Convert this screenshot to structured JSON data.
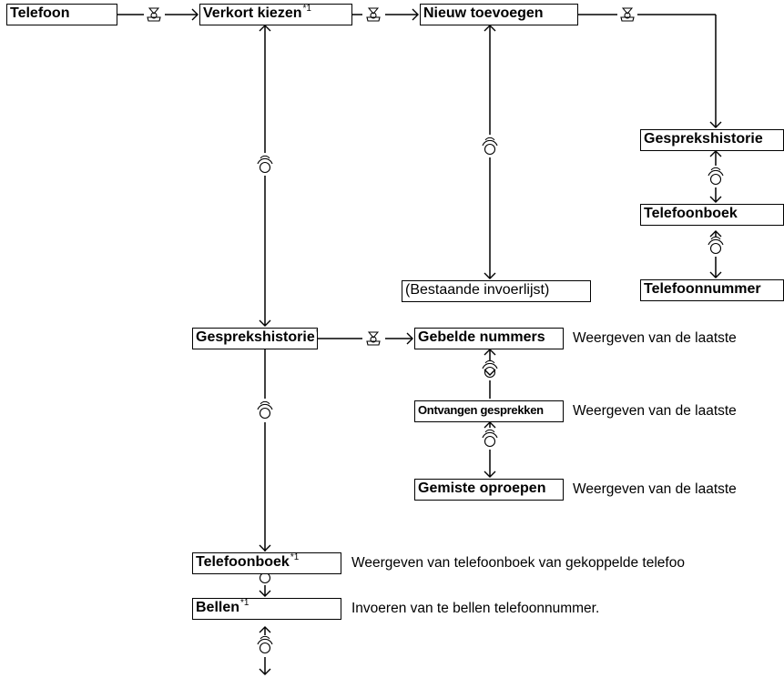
{
  "footnote_mark": "*1",
  "boxes": {
    "telefoon": "Telefoon",
    "verkort_kiezen": "Verkort kiezen",
    "nieuw_toevoegen": "Nieuw toevoegen",
    "gesprekshistorie_right": "Gesprekshistorie",
    "telefoonboek_right": "Telefoonboek",
    "telefoonnummer": "Telefoonnummer",
    "bestaande_invoerlijst": "(Bestaande invoerlijst)",
    "gesprekshistorie": "Gesprekshistorie",
    "gebelde_nummers": "Gebelde nummers",
    "ontvangen_gesprekken": "Ontvangen gesprekken",
    "gemiste_oproepen": "Gemiste oproepen",
    "telefoonboek": "Telefoonboek",
    "bellen": "Bellen"
  },
  "descriptions": {
    "gebelde_nummers": "Weergeven van de laatste",
    "ontvangen_gesprekken": "Weergeven van de laatste",
    "gemiste_oproepen": "Weergeven van de laatste",
    "telefoonboek": "Weergeven van telefoonboek van gekoppelde telefoo",
    "bellen": "Invoeren van te bellen telefoonnummer."
  },
  "icons": {
    "push": "push-knob-icon",
    "rotate": "rotate-knob-icon"
  }
}
